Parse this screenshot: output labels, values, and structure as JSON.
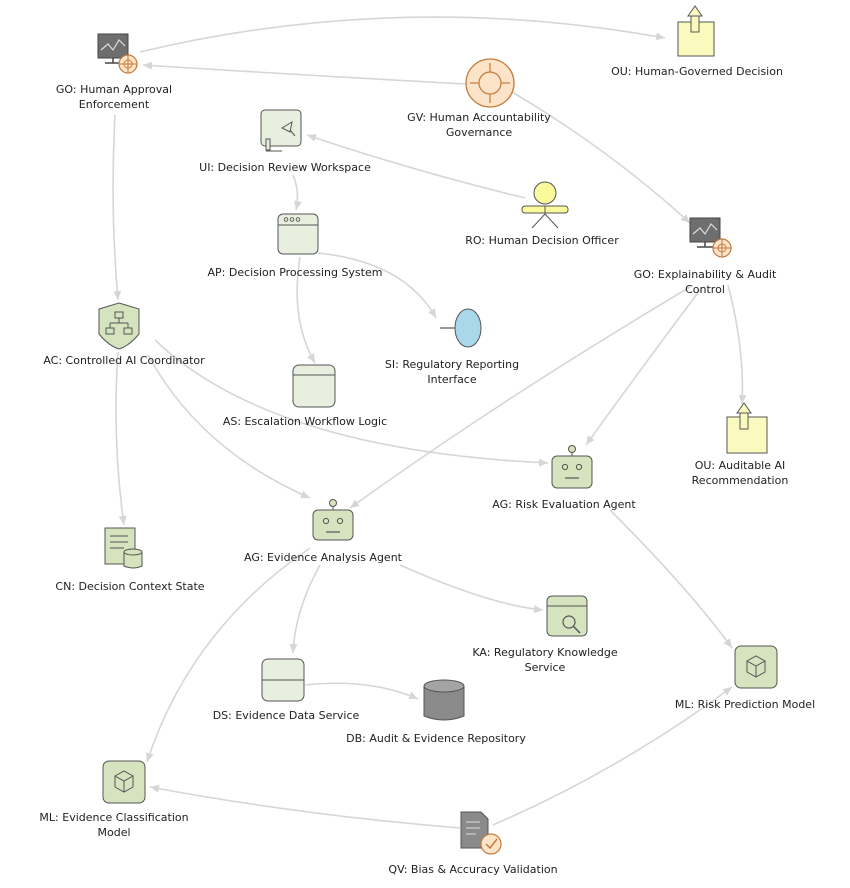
{
  "nodes": {
    "go_approval": {
      "label": "GO: Human Approval Enforcement"
    },
    "ou_human": {
      "label": "OU: Human-Governed Decision"
    },
    "gv_governance": {
      "label": "GV: Human Accountability Governance"
    },
    "ui_workspace": {
      "label": "UI: Decision Review Workspace"
    },
    "ro_officer": {
      "label": "RO: Human Decision Officer"
    },
    "ap_system": {
      "label": "AP: Decision Processing System"
    },
    "go_explain": {
      "label": "GO: Explainability & Audit Control"
    },
    "si_interface": {
      "label": "SI: Regulatory Reporting Interface"
    },
    "ac_coordinator": {
      "label": "AC: Controlled AI Coordinator"
    },
    "as_escalation": {
      "label": "AS: Escalation Workflow Logic"
    },
    "ou_auditable": {
      "label": "OU: Auditable AI Recommendation"
    },
    "ag_risk": {
      "label": "AG: Risk Evaluation Agent"
    },
    "ag_evidence": {
      "label": "AG: Evidence Analysis Agent"
    },
    "cn_state": {
      "label": "CN: Decision Context State"
    },
    "ka_knowledge": {
      "label": "KA: Regulatory Knowledge Service"
    },
    "ml_risk": {
      "label": "ML: Risk Prediction Model"
    },
    "ds_data": {
      "label": "DS: Evidence Data Service"
    },
    "db_repo": {
      "label": "DB: Audit & Evidence Repository"
    },
    "ml_evidence": {
      "label": "ML: Evidence Classification Model"
    },
    "qv_validation": {
      "label": "QV: Bias & Accuracy Validation"
    }
  },
  "colors": {
    "edge": "#d6d6d6",
    "app_fill": "#e9efdf",
    "agent_fill": "#d5e4bf",
    "outcome_fill": "#fafabf",
    "actor_fill": "#fafa9c",
    "governance_fill": "#fde3c8",
    "interface_fill": "#a8d8ea",
    "database_fill": "#8a8a8a",
    "monitor_fill": "#6e6e6e"
  }
}
